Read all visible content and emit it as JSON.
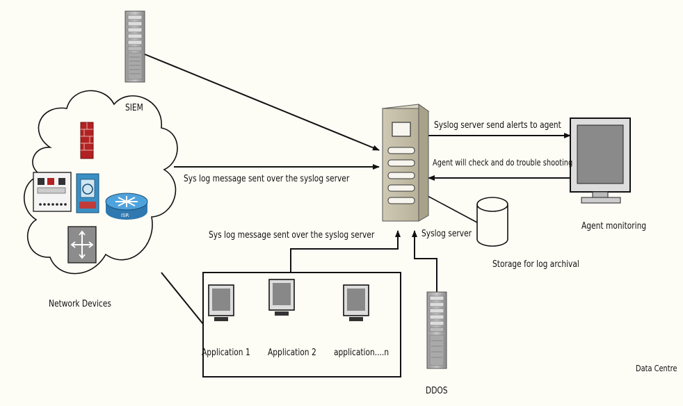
{
  "diagram": {
    "nodes": {
      "siem": {
        "label": "SIEM",
        "icon": "server-tower-icon"
      },
      "network_devices": {
        "label": "Network Devices",
        "icon": "cloud-icon"
      },
      "syslog_server": {
        "label": "Syslog server",
        "icon": "server-tower-icon"
      },
      "agent_monitoring": {
        "label": "Agent monitoring",
        "icon": "monitor-icon"
      },
      "storage": {
        "label": "Storage for log archival",
        "icon": "database-cylinder-icon"
      },
      "ddos": {
        "label": "DDOS",
        "icon": "server-tower-icon"
      },
      "applications": [
        {
          "label": "Application 1",
          "icon": "monitor-icon"
        },
        {
          "label": "Application 2",
          "icon": "monitor-icon"
        },
        {
          "label": "application....n",
          "icon": "monitor-icon"
        }
      ],
      "data_centre": {
        "label": "Data Centre"
      }
    },
    "edges": {
      "network_to_syslog": "Sys log message sent over the syslog server",
      "apps_to_syslog": "Sys log message sent over the syslog server",
      "syslog_to_agent": "Syslog server send alerts to agent",
      "agent_to_syslog": "Agent will check and do trouble shooting"
    },
    "network_device_icons": [
      "firewall-icon",
      "switch-panel-icon",
      "security-appliance-icon",
      "router-icon",
      "layer3-switch-icon"
    ]
  }
}
